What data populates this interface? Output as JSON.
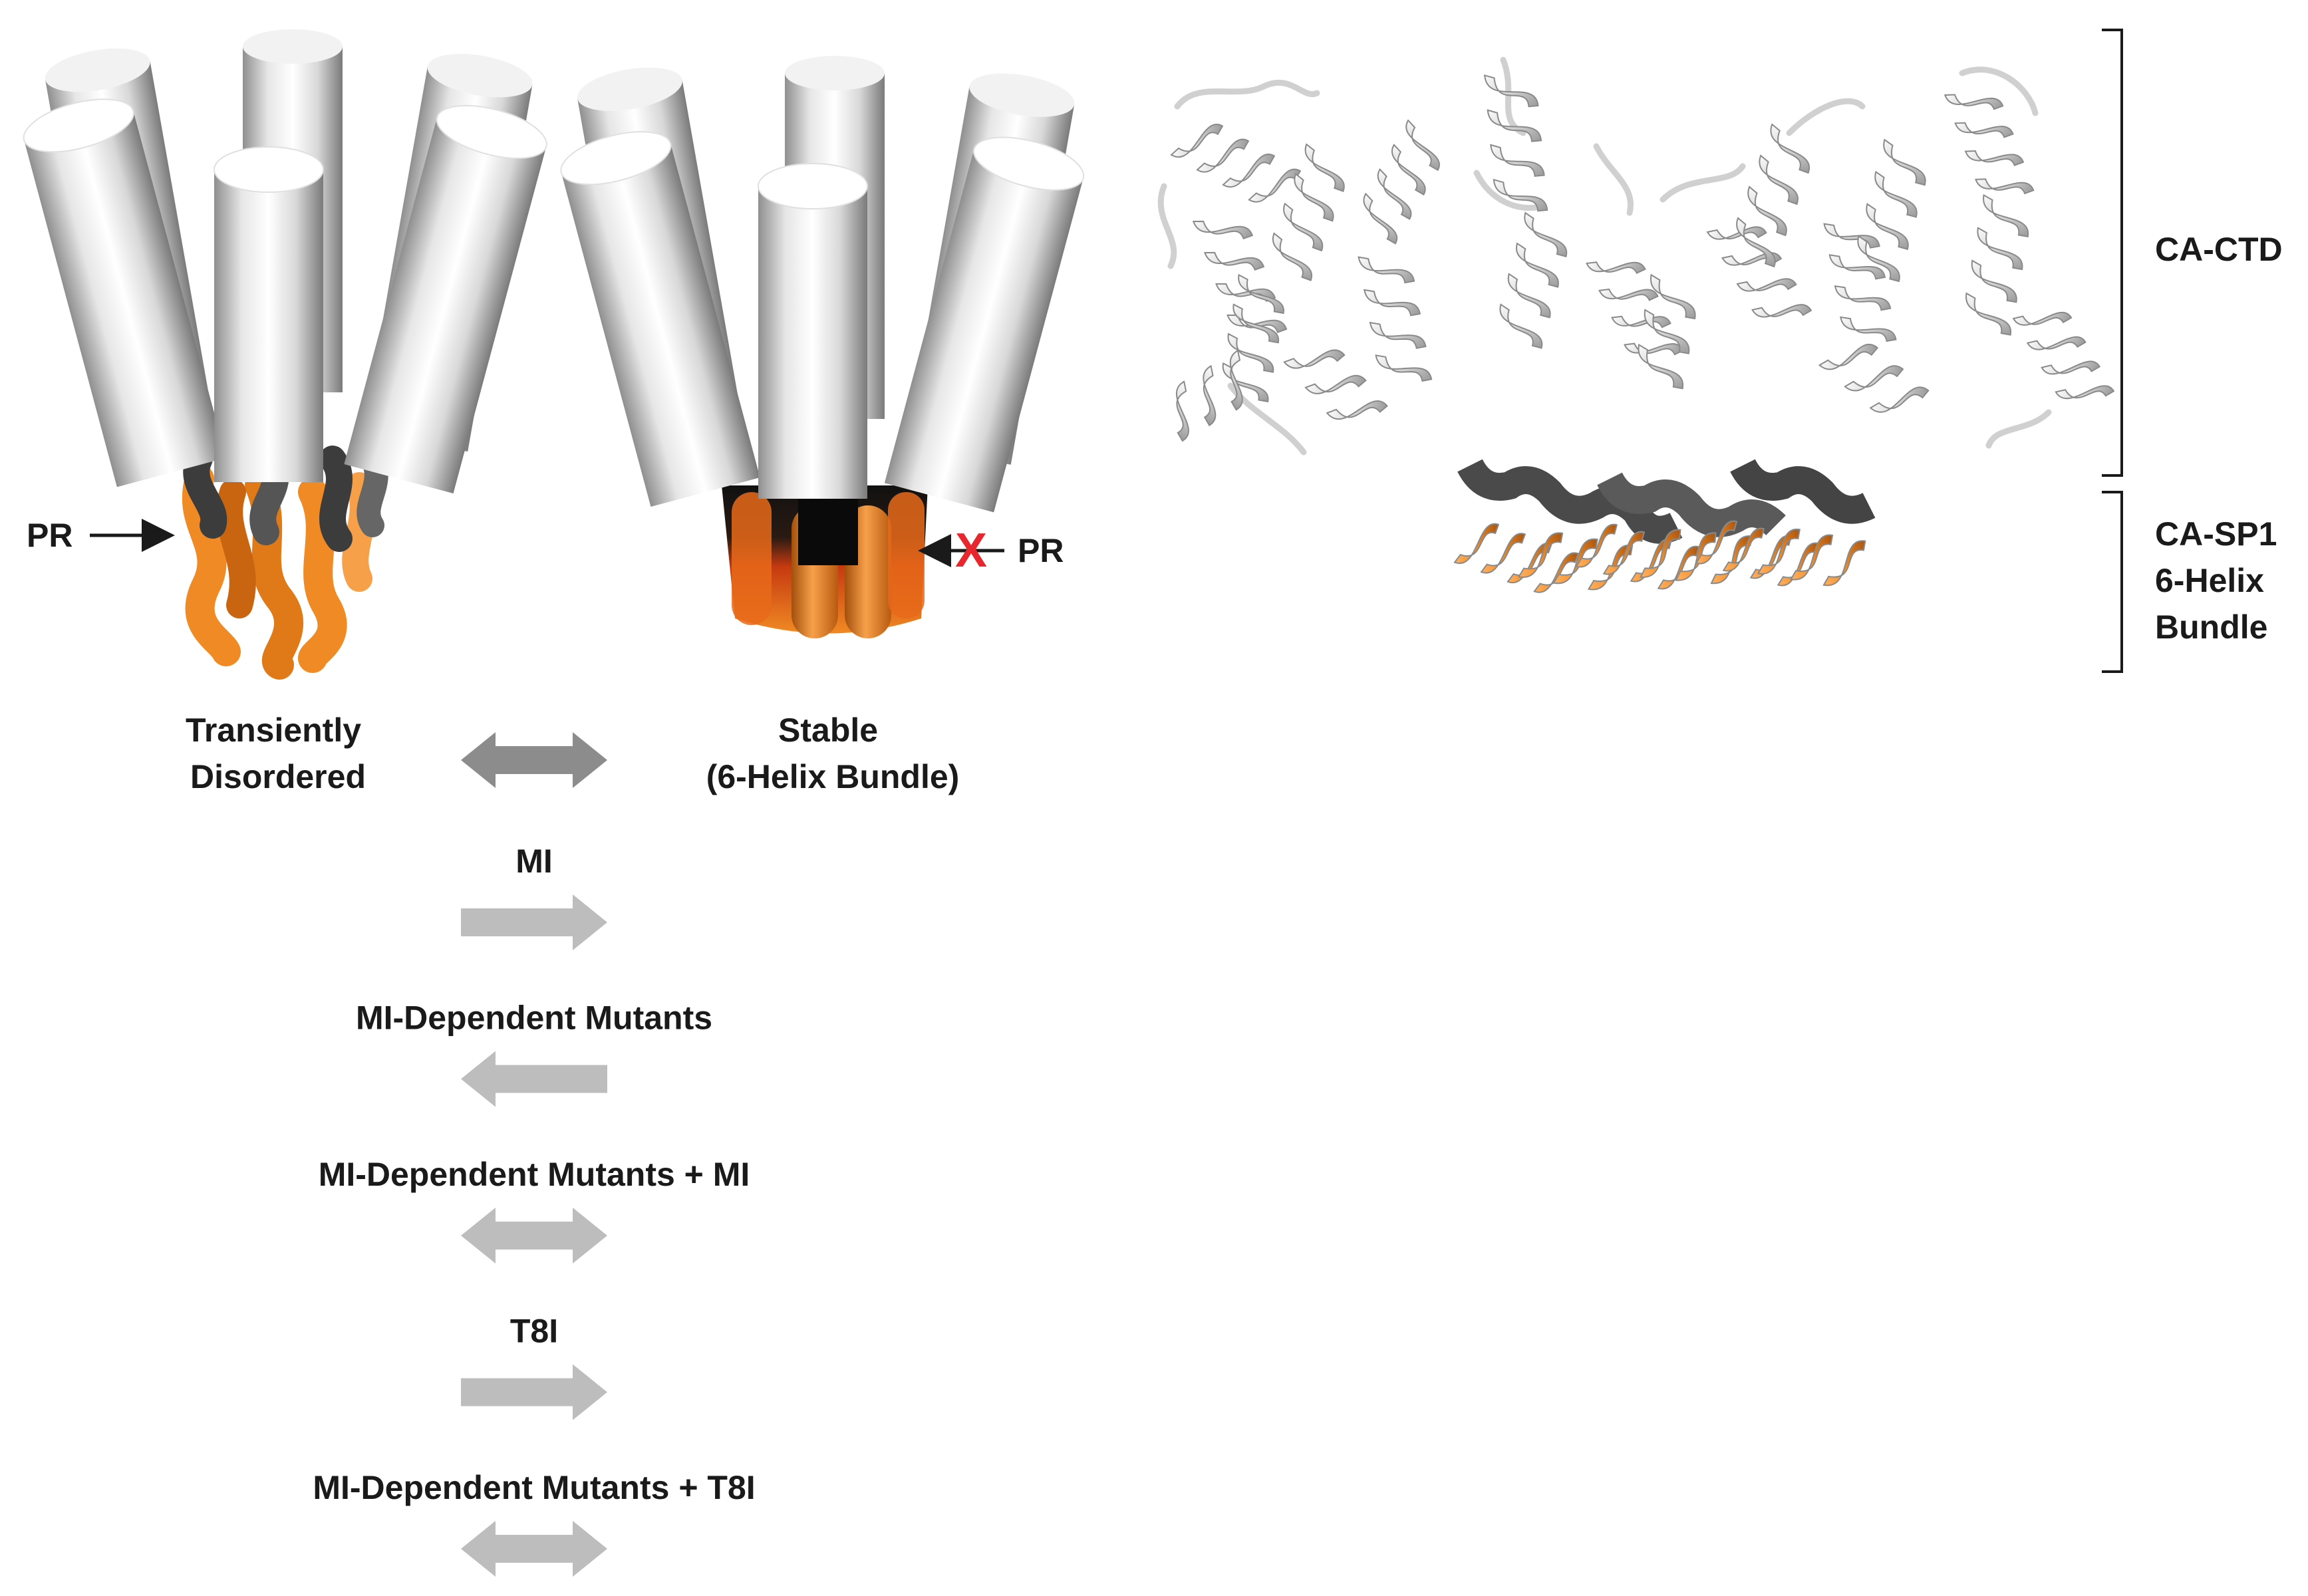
{
  "models": {
    "left": {
      "state_label_line1": "Transiently",
      "state_label_line2": "Disordered",
      "protease_label": "PR"
    },
    "right": {
      "state_label_line1": "Stable",
      "state_label_line2": "(6-Helix Bundle)",
      "protease_label": "PR",
      "cleavage_blocked_mark": "X"
    }
  },
  "structure": {
    "bracket_top_label": "CA-CTD",
    "bracket_bottom_label_line1": "CA-SP1",
    "bracket_bottom_label_line2": "6-Helix",
    "bracket_bottom_label_line3": "Bundle"
  },
  "equilibria": [
    {
      "label": "",
      "direction": "both",
      "color": "#8c8c8c"
    },
    {
      "label": "MI",
      "direction": "right",
      "color": "#bdbdbd"
    },
    {
      "label": "MI-Dependent Mutants",
      "direction": "left",
      "color": "#bdbdbd"
    },
    {
      "label": "MI-Dependent Mutants + MI",
      "direction": "both",
      "color": "#bdbdbd"
    },
    {
      "label": "T8I",
      "direction": "right",
      "color": "#bdbdbd"
    },
    {
      "label": "MI-Dependent Mutants + T8I",
      "direction": "both",
      "color": "#bdbdbd"
    }
  ],
  "colors": {
    "sp1_orange": "#f08a24",
    "junction_dark": "#3c3c3c",
    "ctd_gray": "#e6e6e6",
    "cleavage_x": "#e8262d"
  }
}
